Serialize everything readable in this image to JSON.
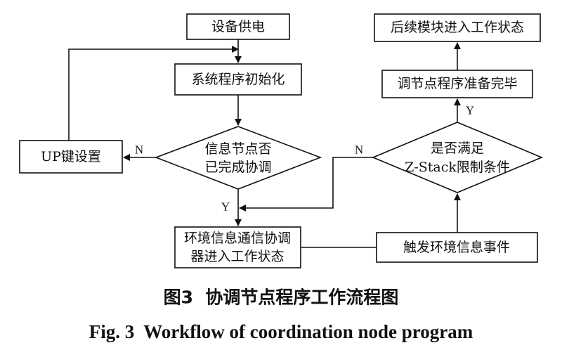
{
  "nodes": {
    "power_on": "设备供电",
    "system_init": "系统程序初始化",
    "decision_coordinated": [
      "信息节点否",
      "已完成协调"
    ],
    "up_key_setup": "UP键设置",
    "coordinator_active": [
      "环境信息通信协调",
      "器进入工作状态"
    ],
    "trigger_event": "触发环境信息事件",
    "decision_zstack": [
      "是否满足",
      "Z-Stack限制条件"
    ],
    "program_ready": "调节点程序准备完毕",
    "subsequent_modules": "后续模块进入工作状态"
  },
  "edge_labels": {
    "coordinated_no": "N",
    "coordinated_yes": "Y",
    "zstack_no": "N",
    "zstack_yes": "Y"
  },
  "caption": {
    "cn": "图3  协调节点程序工作流程图",
    "en": "Fig. 3  Workflow of coordination node program"
  }
}
